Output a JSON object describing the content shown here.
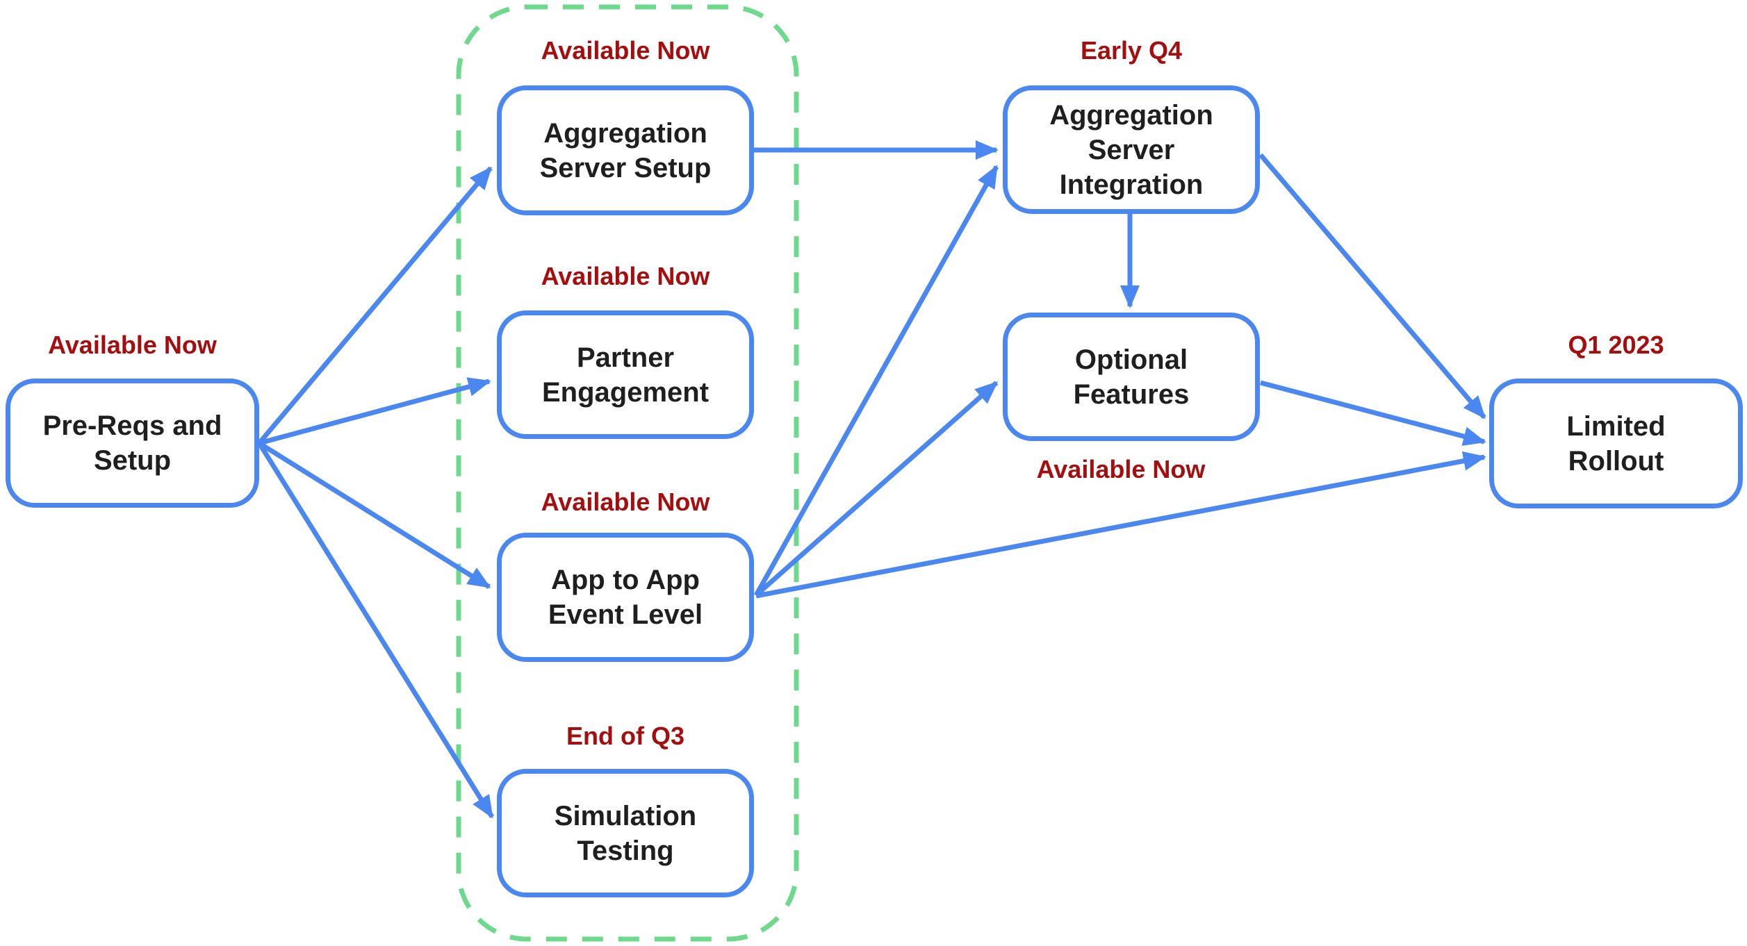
{
  "diagram": {
    "description": "Roadmap flowchart with rounded rectangle nodes, red status labels and blue arrows; four middle nodes grouped by a dashed green rounded rectangle",
    "colors": {
      "edge": "#4A87F0",
      "node_border": "#4A87F0",
      "node_text": "#1F1F1F",
      "status_label": "#A50E0E",
      "group": "#6ED88C",
      "background": "#FFFFFF"
    },
    "nodes": [
      {
        "id": "pre-reqs-and-setup",
        "label": "Pre-Reqs and Setup",
        "lines": [
          "Pre-Reqs and",
          "Setup"
        ],
        "status": "Available Now",
        "status_position": "above"
      },
      {
        "id": "aggregation-server-setup",
        "label": "Aggregation Server Setup",
        "lines": [
          "Aggregation",
          "Server Setup"
        ],
        "status": "Available Now",
        "status_position": "above"
      },
      {
        "id": "partner-engagement",
        "label": "Partner Engagement",
        "lines": [
          "Partner",
          "Engagement"
        ],
        "status": "Available Now",
        "status_position": "above"
      },
      {
        "id": "app-to-app-event-level",
        "label": "App to App Event Level",
        "lines": [
          "App to App",
          "Event Level"
        ],
        "status": "Available Now",
        "status_position": "above"
      },
      {
        "id": "simulation-testing",
        "label": "Simulation Testing",
        "lines": [
          "Simulation",
          "Testing"
        ],
        "status": "End of Q3",
        "status_position": "above"
      },
      {
        "id": "aggregation-server-integration",
        "label": "Aggregation Server Integration",
        "lines": [
          "Aggregation",
          "Server",
          "Integration"
        ],
        "status": "Early Q4",
        "status_position": "above"
      },
      {
        "id": "optional-features",
        "label": "Optional Features",
        "lines": [
          "Optional",
          "Features"
        ],
        "status": "Available Now",
        "status_position": "below"
      },
      {
        "id": "limited-rollout",
        "label": "Limited Rollout",
        "lines": [
          "Limited",
          "Rollout"
        ],
        "status": "Q1 2023",
        "status_position": "above"
      }
    ],
    "group": {
      "style": "dashed-green-rounded-rect",
      "contains": [
        "aggregation-server-setup",
        "partner-engagement",
        "app-to-app-event-level",
        "simulation-testing"
      ]
    },
    "edges": [
      {
        "from": "pre-reqs-and-setup",
        "to": "aggregation-server-setup"
      },
      {
        "from": "pre-reqs-and-setup",
        "to": "partner-engagement"
      },
      {
        "from": "pre-reqs-and-setup",
        "to": "app-to-app-event-level"
      },
      {
        "from": "pre-reqs-and-setup",
        "to": "simulation-testing"
      },
      {
        "from": "aggregation-server-setup",
        "to": "aggregation-server-integration"
      },
      {
        "from": "app-to-app-event-level",
        "to": "aggregation-server-integration"
      },
      {
        "from": "app-to-app-event-level",
        "to": "optional-features"
      },
      {
        "from": "app-to-app-event-level",
        "to": "limited-rollout"
      },
      {
        "from": "aggregation-server-integration",
        "to": "optional-features"
      },
      {
        "from": "aggregation-server-integration",
        "to": "limited-rollout"
      },
      {
        "from": "optional-features",
        "to": "limited-rollout"
      }
    ]
  }
}
